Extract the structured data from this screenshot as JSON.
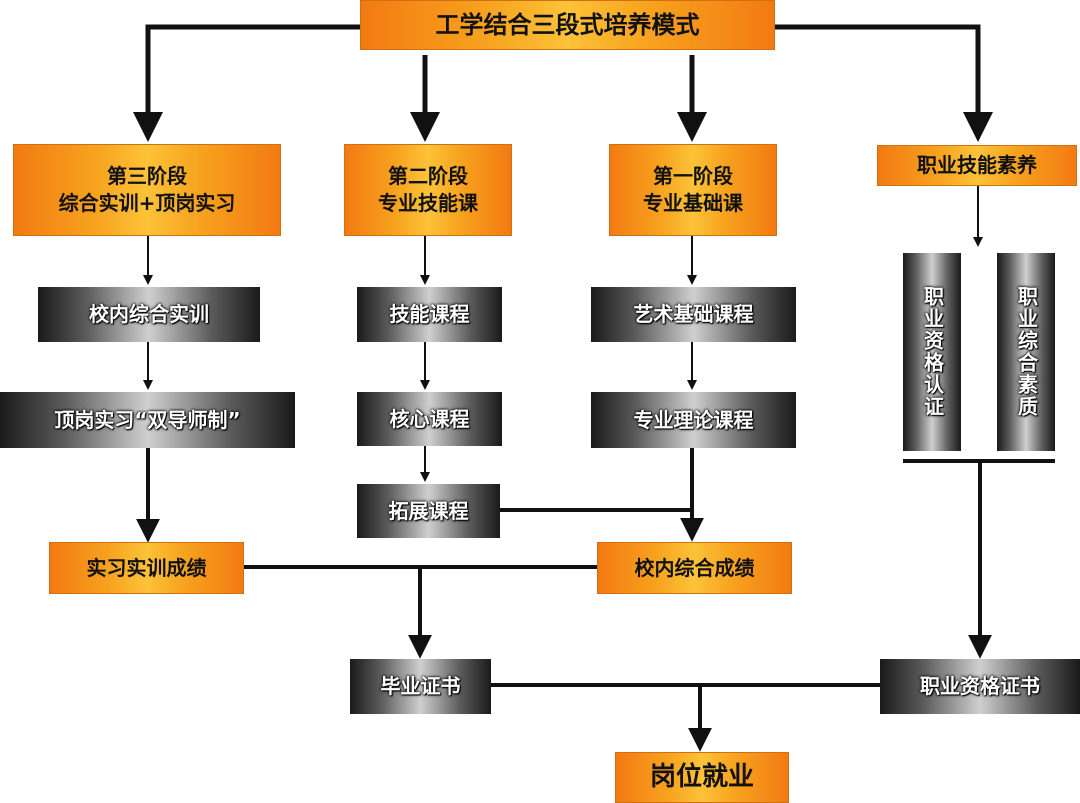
{
  "title": "工学结合三段式培养模式",
  "stage3": {
    "line1": "第三阶段",
    "line2": "综合实训+顶岗实习"
  },
  "stage2": {
    "line1": "第二阶段",
    "line2": "专业技能课"
  },
  "stage1": {
    "line1": "第一阶段",
    "line2": "专业基础课"
  },
  "skills": "职业技能素养",
  "col1": {
    "a": "校内综合实训",
    "b": "顶岗实习“双导师制”"
  },
  "col2": {
    "a": "技能课程",
    "b": "核心课程",
    "c": "拓展课程"
  },
  "col3": {
    "a": "艺术基础课程",
    "b": "专业理论课程"
  },
  "col4": {
    "a": "职业资格认证",
    "b": "职业综合素质"
  },
  "results": {
    "internship_score": "实习实训成绩",
    "campus_score": "校内综合成绩"
  },
  "certs": {
    "graduation": "毕业证书",
    "qualification": "职业资格证书"
  },
  "final": "岗位就业",
  "colors": {
    "orange": "#f7a21e",
    "dark": "#1a1a1a",
    "line": "#111111"
  }
}
